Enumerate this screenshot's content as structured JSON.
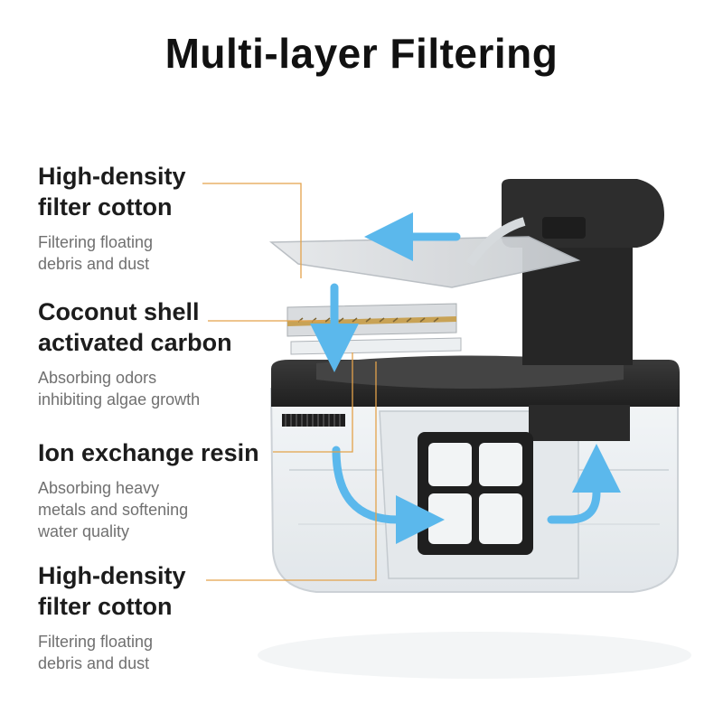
{
  "title": "Multi-layer Filtering",
  "layers": [
    {
      "heading_line1": "High-density",
      "heading_line2": "filter cotton",
      "desc_lines": [
        "Filtering floating",
        "debris and dust"
      ]
    },
    {
      "heading_line1": "Coconut shell",
      "heading_line2": "activated carbon",
      "desc_lines": [
        "Absorbing odors",
        "inhibiting algae growth"
      ]
    },
    {
      "heading_line1": "Ion exchange resin",
      "heading_line2": "",
      "desc_lines": [
        "Absorbing heavy",
        "metals and softening",
        "water quality"
      ]
    },
    {
      "heading_line1": "High-density",
      "heading_line2": "filter cotton",
      "desc_lines": [
        "Filtering floating",
        "debris and dust"
      ]
    }
  ],
  "colors": {
    "leader_line": "#e3a24a",
    "flow_arrow": "#5bb8ec",
    "device_dark": "#2b2b2b",
    "tank": "#e9edf0"
  },
  "icons": [
    "flow-arrow-icon",
    "water-fountain-illustration"
  ]
}
